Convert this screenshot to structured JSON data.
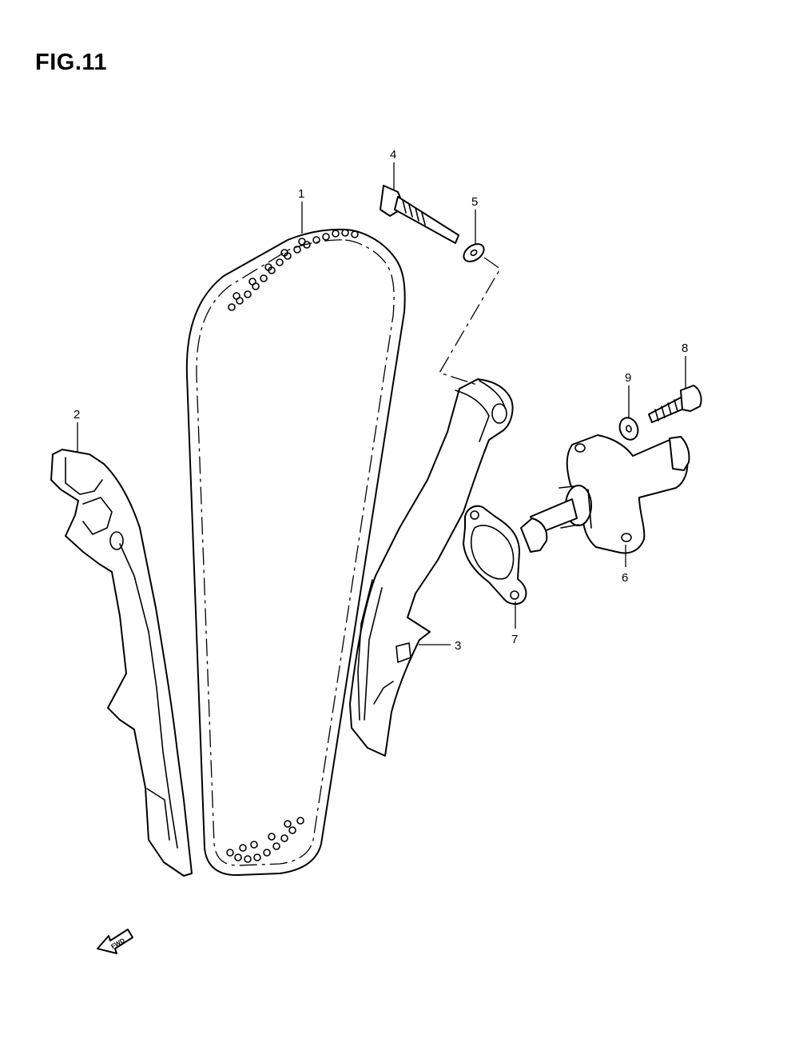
{
  "figure": {
    "title": "FIG.11"
  },
  "callouts": [
    {
      "id": "callout-1",
      "number": "1"
    },
    {
      "id": "callout-2",
      "number": "2"
    },
    {
      "id": "callout-3",
      "number": "3"
    },
    {
      "id": "callout-4",
      "number": "4"
    },
    {
      "id": "callout-5",
      "number": "5"
    },
    {
      "id": "callout-6",
      "number": "6"
    },
    {
      "id": "callout-7",
      "number": "7"
    },
    {
      "id": "callout-8",
      "number": "8"
    },
    {
      "id": "callout-9",
      "number": "9"
    }
  ],
  "direction_marker": {
    "label": "FWD"
  }
}
